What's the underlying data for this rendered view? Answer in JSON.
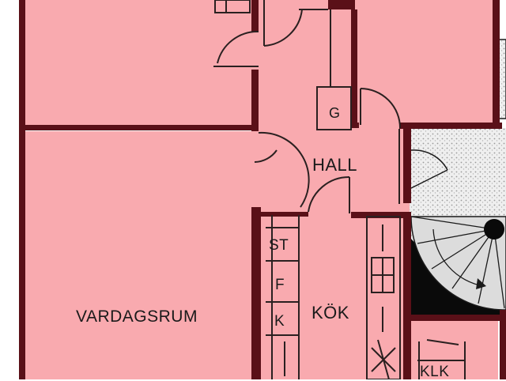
{
  "floor_plan": {
    "rooms": {
      "vardagsrum": "VARDAGSRUM",
      "hall": "HALL",
      "kok": "KÖK"
    },
    "fixtures": {
      "garderob": "G",
      "stove": "ST",
      "fridge": "F",
      "freezer": "K",
      "kyl": "KLK"
    },
    "colors": {
      "room_fill": "#f9aaaf",
      "wall": "#5a1018",
      "line": "#2a2020",
      "stair_fill": "#e8e8e8",
      "stair_dark": "#0a0a0a"
    }
  }
}
